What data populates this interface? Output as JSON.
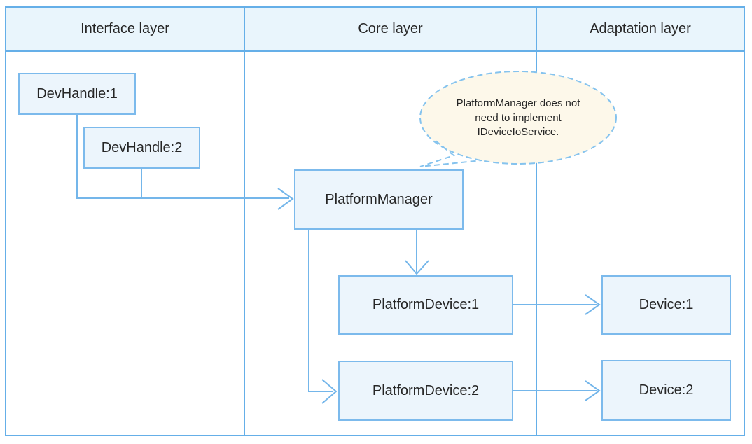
{
  "header": {
    "columns": [
      {
        "label": "Interface layer"
      },
      {
        "label": "Core layer"
      },
      {
        "label": "Adaptation layer"
      }
    ]
  },
  "nodes": {
    "devhandle1": {
      "label": "DevHandle:1"
    },
    "devhandle2": {
      "label": "DevHandle:2"
    },
    "platform_manager": {
      "label": "PlatformManager"
    },
    "platform_device1": {
      "label": "PlatformDevice:1"
    },
    "platform_device2": {
      "label": "PlatformDevice:2"
    },
    "device1": {
      "label": "Device:1"
    },
    "device2": {
      "label": "Device:2"
    }
  },
  "callout": {
    "text": "PlatformManager does not need to implement IDeviceIoService.",
    "lines": [
      "PlatformManager does not",
      "need to implement",
      "IDeviceIoService."
    ]
  },
  "colors": {
    "frame_border": "#65afe8",
    "header_fill": "#e9f5fc",
    "box_border": "#7cbaec",
    "box_fill": "#ecf5fc",
    "connector": "#74b6ea",
    "callout_fill": "#fdf8ea",
    "callout_border": "#85c3ee",
    "text": "#262626"
  }
}
